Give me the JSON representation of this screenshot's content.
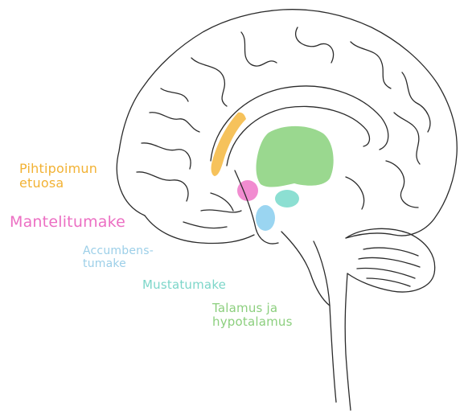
{
  "labels": {
    "anterior_cingulate": {
      "line1": "Pihtipoimun",
      "line2": "etuosa",
      "color": "#f2b234"
    },
    "amygdala": {
      "text": "Mantelitumake",
      "color": "#ec6fc3"
    },
    "nucleus_accumbens": {
      "line1": "Accumbens-",
      "line2": "tumake",
      "color": "#9ccfe8"
    },
    "substantia_nigra": {
      "text": "Mustatumake",
      "color": "#7cd6c9"
    },
    "thalamus_hypothalamus": {
      "line1": "Talamus ja",
      "line2": "hypotalamus",
      "color": "#8ccf7e"
    }
  },
  "colors": {
    "outline": "#2b2b2b",
    "thalamus_fill": "#8fd483",
    "cingulate_fill": "#f5b73e",
    "amygdala_fill": "#f07fcb",
    "accumbens_fill": "#8fd0f0",
    "nigra_fill": "#7fdccd"
  }
}
